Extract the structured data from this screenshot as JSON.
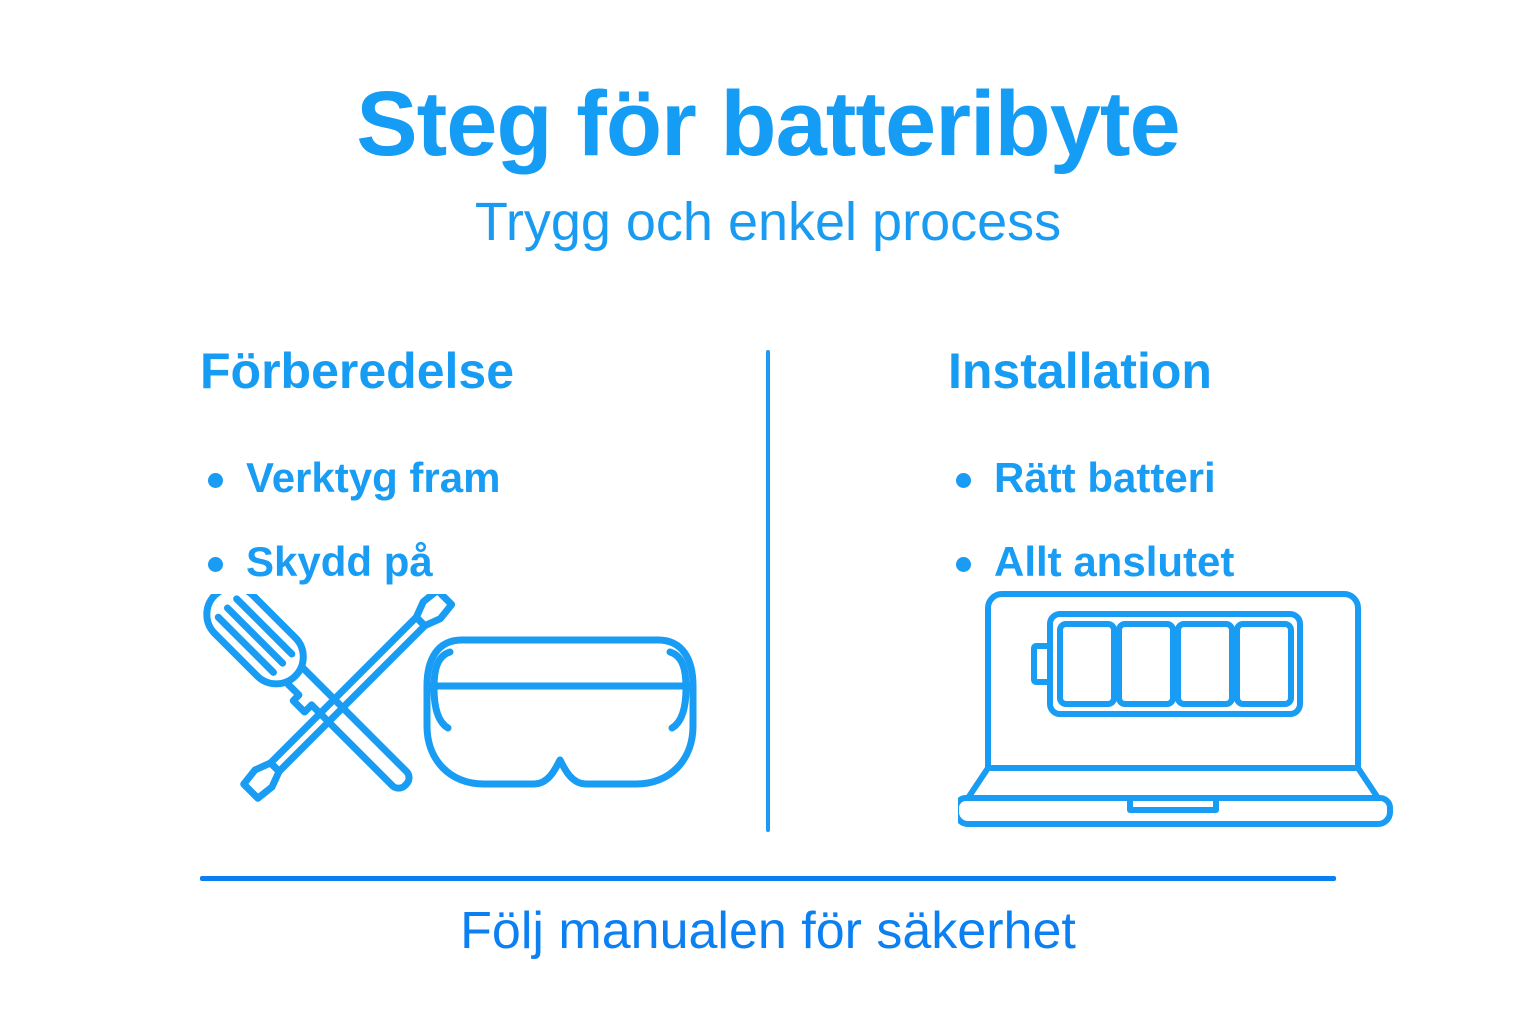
{
  "theme": {
    "background": "#ffffff",
    "primary_blue": "#159CF5",
    "heading_blue": "#179CF4",
    "bullet_blue": "#189CF4",
    "footer_blue": "#0C80F2",
    "rule_blue": "#0B7EF2",
    "icon_stroke": "#189CF4"
  },
  "header": {
    "title": "Steg för batteribyte",
    "subtitle": "Trygg och enkel process"
  },
  "columns": [
    {
      "heading": "Förberedelse",
      "bullets": [
        {
          "label": "Verktyg fram"
        },
        {
          "label": "Skydd på"
        }
      ],
      "icons": [
        "crossed-screwdrivers-icon",
        "safety-goggles-icon"
      ]
    },
    {
      "heading": "Installation",
      "bullets": [
        {
          "label": "Rätt batteri"
        },
        {
          "label": "Allt anslutet"
        }
      ],
      "icons": [
        "laptop-battery-icon"
      ]
    }
  ],
  "footer": {
    "note": "Följ manualen för säkerhet"
  }
}
